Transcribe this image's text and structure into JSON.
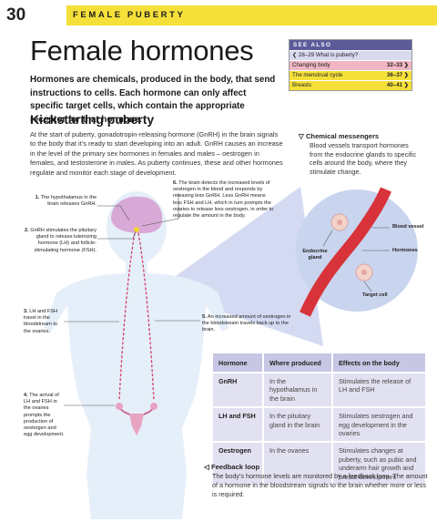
{
  "header": {
    "page_number": "30",
    "section": "FEMALE PUBERTY"
  },
  "title": "Female hormones",
  "intro": "Hormones are chemicals, produced in the body, that send instructions to cells. Each hormone can only affect specific target cells, which contain the appropriate receptor for that hormone.",
  "see_also": {
    "heading": "SEE ALSO",
    "items": [
      {
        "label": "❮ 28–29 What is puberty?",
        "pages": "",
        "bg": "#d9d9ef"
      },
      {
        "label": "Changing body",
        "pages": "32–33 ❯",
        "bg": "#f0b6c4"
      },
      {
        "label": "The menstrual cycle",
        "pages": "36–37 ❯",
        "bg": "#f5e03a"
      },
      {
        "label": "Breasts",
        "pages": "40–41 ❯",
        "bg": "#f5e03a"
      }
    ]
  },
  "section": {
    "heading": "Kickstarting puberty",
    "body": "At the start of puberty, gonadotropin-releasing hormone (GnRH) in the brain signals to the body that it’s ready to start developing into an adult. GnRH causes an increase in the level of the primary sex hormones in females and males – oestrogen in females, and testosterone in males. As puberty continues, these and other hormones regulate and monitor each stage of development."
  },
  "chemical_messengers": {
    "title": "▽ Chemical messengers",
    "body": "Blood vessels transport hormones from the endocrine glands to specific cells around the body, where they stimulate change."
  },
  "annotations": {
    "a1_num": "1.",
    "a1_text": " The hypothalamus in the brain releases GnRH.",
    "a2_num": "2.",
    "a2_text": " GnRH stimulates the pituitary gland to release luteinizing hormone (LH) and follicle-stimulating hormone (FSH).",
    "a3_num": "3.",
    "a3_text": " LH and FSH travel in the bloodstream to the ovaries.",
    "a4_num": "4.",
    "a4_text": " The arrival of LH and FSH in the ovaries prompts the production of oestrogen and egg development.",
    "a5_num": "5.",
    "a5_text": " An increased amount of oestrogen in the bloodstream travels back up to the brain.",
    "a6_num": "6.",
    "a6_text": " The brain detects the increased levels of oestrogen in the blood and responds by releasing less GnRH. Less GnRH means less FSH and LH, which in turn prompts the ovaries to release less oestrogen, in order to regulate the amount in the body."
  },
  "circle_labels": {
    "blood_vessel": "Blood vessel",
    "hormones": "Hormones",
    "endocrine_gland": "Endocrine gland",
    "target_cell": "Target cell"
  },
  "table": {
    "headers": [
      "Hormone",
      "Where produced",
      "Effects on the body"
    ],
    "rows": [
      [
        "GnRH",
        "In the hypothalamus in the brain",
        "Stimulates the release of LH and FSH"
      ],
      [
        "LH and FSH",
        "In the pituitary gland in the brain",
        "Stimulates oestrogen and egg development in the ovaries"
      ],
      [
        "Oestrogen",
        "In the ovaries",
        "Stimulates changes at puberty, such as pubic and underarm hair growth and breast development"
      ]
    ]
  },
  "feedback": {
    "title": "◁ Feedback loop",
    "body": "The body’s hormone levels are monitored by a feedback loop. The amount of a hormone in the bloodstream signals to the brain whether more or less is required."
  },
  "colors": {
    "accent_yellow": "#f5e03a",
    "see_also_head": "#5c5b9a",
    "table_head": "#c7c6e3",
    "table_cell": "#e2e1f1",
    "blood": "#d8333a",
    "body": "#e5eff9"
  }
}
